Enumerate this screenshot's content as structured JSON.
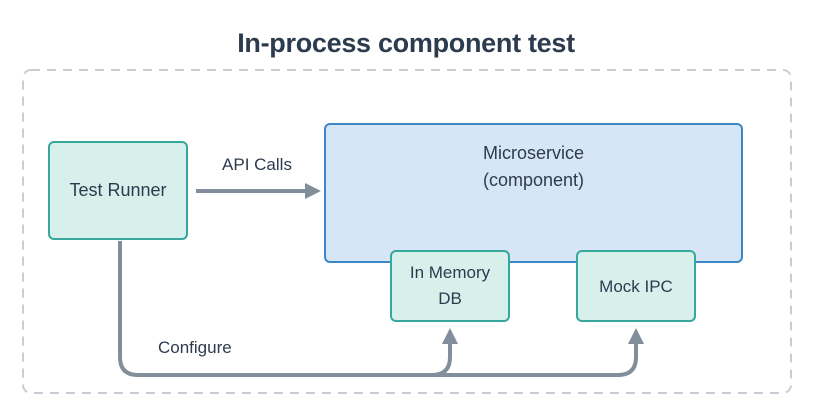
{
  "title": "In-process component test",
  "diagram": {
    "nodes": {
      "test_runner": {
        "label": "Test Runner"
      },
      "microservice": {
        "line1": "Microservice",
        "line2": "(component)"
      },
      "in_memory_db": {
        "line1": "In Memory",
        "line2": "DB"
      },
      "mock_ipc": {
        "label": "Mock IPC"
      }
    },
    "edges": {
      "api_calls": {
        "label": "API Calls",
        "from": "Test Runner",
        "to": "Microservice (component)"
      },
      "configure": {
        "label": "Configure",
        "from": "Test Runner",
        "to": "In Memory DB, Mock IPC"
      }
    },
    "colors": {
      "teal_node_fill": "#d8f0ec",
      "teal_node_border": "#35a79c",
      "blue_node_fill": "#d7e6f7",
      "blue_node_border": "#3d87c9",
      "connector_gray": "#828e9c",
      "dashed_boundary_gray": "#c9ced6",
      "text_dark": "#2c3b4e",
      "background": "#ffffff"
    }
  }
}
